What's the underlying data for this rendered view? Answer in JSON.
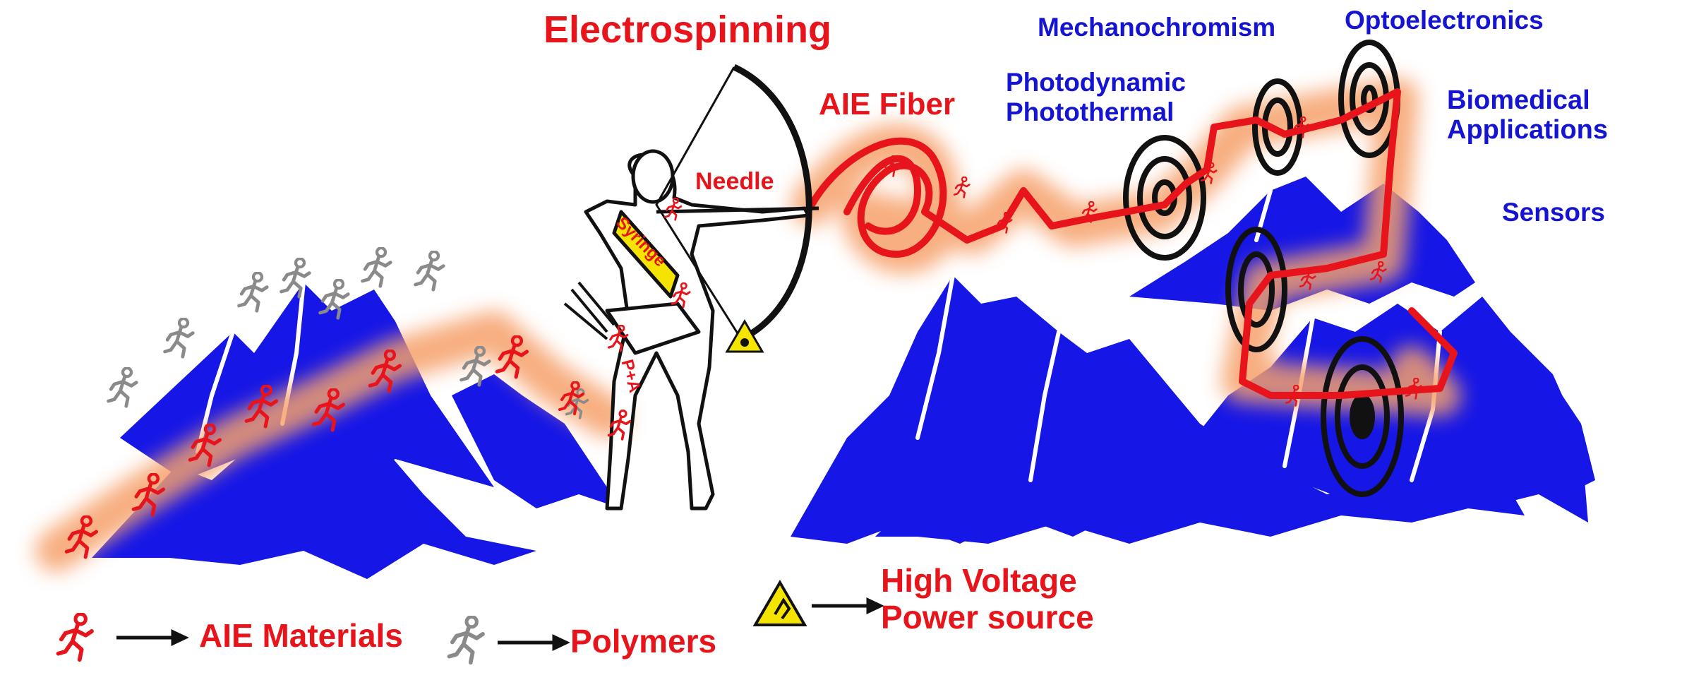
{
  "title": "Electrospinning",
  "fiber_label": "AIE Fiber",
  "needle_label": "Needle",
  "syringe_label": "Syringe",
  "mixture_label": "P+A",
  "applications": {
    "mechanochromism": "Mechanochromism",
    "optoelectronics": "Optoelectronics",
    "photodynamic": "Photodynamic",
    "photothermal": "Photothermal",
    "biomedical_line1": "Biomedical",
    "biomedical_line2": "Applications",
    "sensors": "Sensors"
  },
  "legend": {
    "aie_materials": "AIE Materials",
    "polymers": "Polymers",
    "high_voltage_line1": "High Voltage",
    "high_voltage_line2": "Power source"
  },
  "colors": {
    "aie_red": "#e8141b",
    "application_blue": "#1414d2",
    "mountain_blue": "#1616e6",
    "polymer_gray": "#8a8a8a",
    "glow_orange": "#f6a06a",
    "warning_yellow": "#f5e400"
  },
  "icons": {
    "aie_runner": "red-running-figure-icon",
    "polymer_runner": "gray-running-figure-icon",
    "high_voltage": "high-voltage-warning-icon",
    "target": "bullseye-target-icon"
  }
}
